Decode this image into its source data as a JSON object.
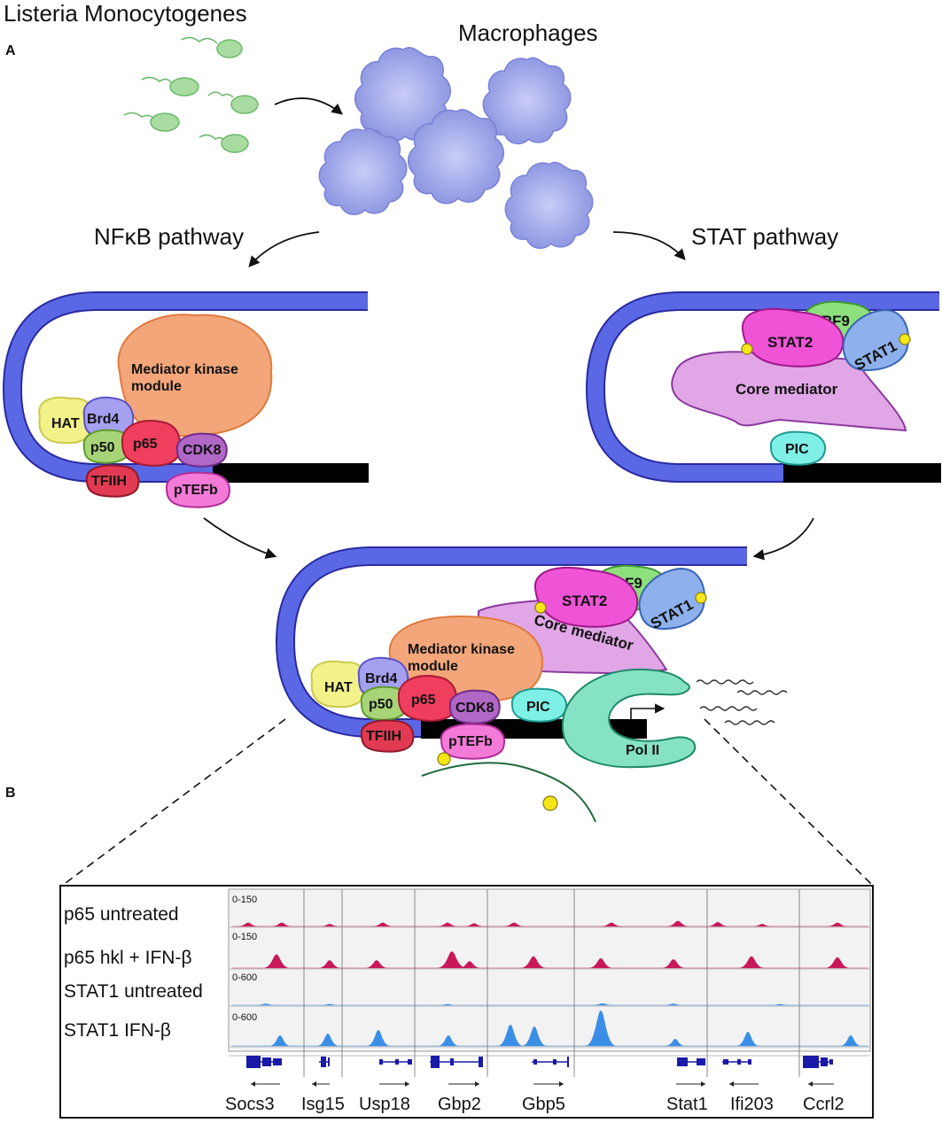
{
  "panel_a": {
    "letter": "A",
    "bacteria_label": "Listeria Monocytogenes",
    "cells_label": "Macrophages",
    "left_pathway": "NFκB pathway",
    "right_pathway": "STAT pathway",
    "nfkb_proteins": {
      "hat": "HAT",
      "brd4": "Brd4",
      "p50": "p50",
      "p65": "p65",
      "mediator_kinase_line1": "Mediator kinase",
      "mediator_kinase_line2": "module",
      "cdk8": "CDK8",
      "tfiih": "TFIIH",
      "ptefb": "pTEFb"
    },
    "stat_proteins": {
      "stat2": "STAT2",
      "irf9": "IRF9",
      "stat1": "STAT1",
      "core_mediator": "Core mediator",
      "pic": "PIC"
    },
    "combined": {
      "pol2": "Pol II"
    }
  },
  "panel_b": {
    "letter": "B",
    "tracks": [
      {
        "name": "p65 untreated",
        "range": "0-150",
        "color": "#c8185a"
      },
      {
        "name": "p65 hkl + IFN-β",
        "range": "0-150",
        "color": "#c8185a"
      },
      {
        "name": "STAT1 untreated",
        "range": "0-600",
        "color": "#3a8ee6"
      },
      {
        "name": "STAT1 IFN-β",
        "range": "0-600",
        "color": "#3a8ee6"
      }
    ],
    "genes": [
      "Socs3",
      "Isg15",
      "Usp18",
      "Gbp2",
      "Gbp5",
      "Stat1",
      "Ifi203",
      "Ccrl2"
    ]
  },
  "colors": {
    "dna_loop": "#5a68e6",
    "macrophage": "#9aa3ea",
    "bacteria": "#a8dca0",
    "phosphate": "#f5e617",
    "gene_model": "#1a1aa8"
  }
}
